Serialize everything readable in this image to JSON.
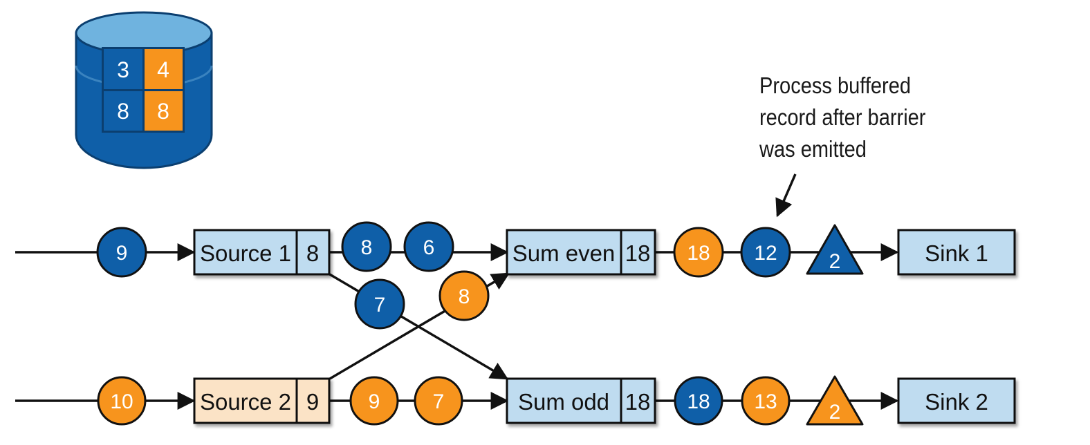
{
  "state_backend": {
    "icon": "database-cylinder-icon",
    "cells": [
      "3",
      "4",
      "8",
      "8"
    ]
  },
  "annotation": {
    "lines": [
      "Process buffered",
      "record after barrier",
      "was emitted"
    ]
  },
  "operators": {
    "source1": {
      "label": "Source 1",
      "state": "8"
    },
    "source2": {
      "label": "Source 2",
      "state": "9"
    },
    "sum_even": {
      "label": "Sum even",
      "state": "18"
    },
    "sum_odd": {
      "label": "Sum odd",
      "state": "18"
    },
    "sink1": {
      "label": "Sink 1"
    },
    "sink2": {
      "label": "Sink 2"
    }
  },
  "records": {
    "input1": "9",
    "input2": "10",
    "s1_to_even_a": "8",
    "s1_to_even_b": "6",
    "s1_to_odd": "7",
    "s2_to_even": "8",
    "s2_to_odd_a": "9",
    "s2_to_odd_b": "7",
    "even_out_a": "18",
    "even_out_b": "12",
    "odd_out_a": "18",
    "odd_out_b": "13"
  },
  "barriers": {
    "top": "2",
    "bottom": "2"
  },
  "colors": {
    "blue": "#0f5fa8",
    "orange": "#f7941d",
    "op_fill": "#bfdcf0",
    "source2_fill": "#fbe3c6",
    "cylinder_top": "#6fb3df"
  }
}
